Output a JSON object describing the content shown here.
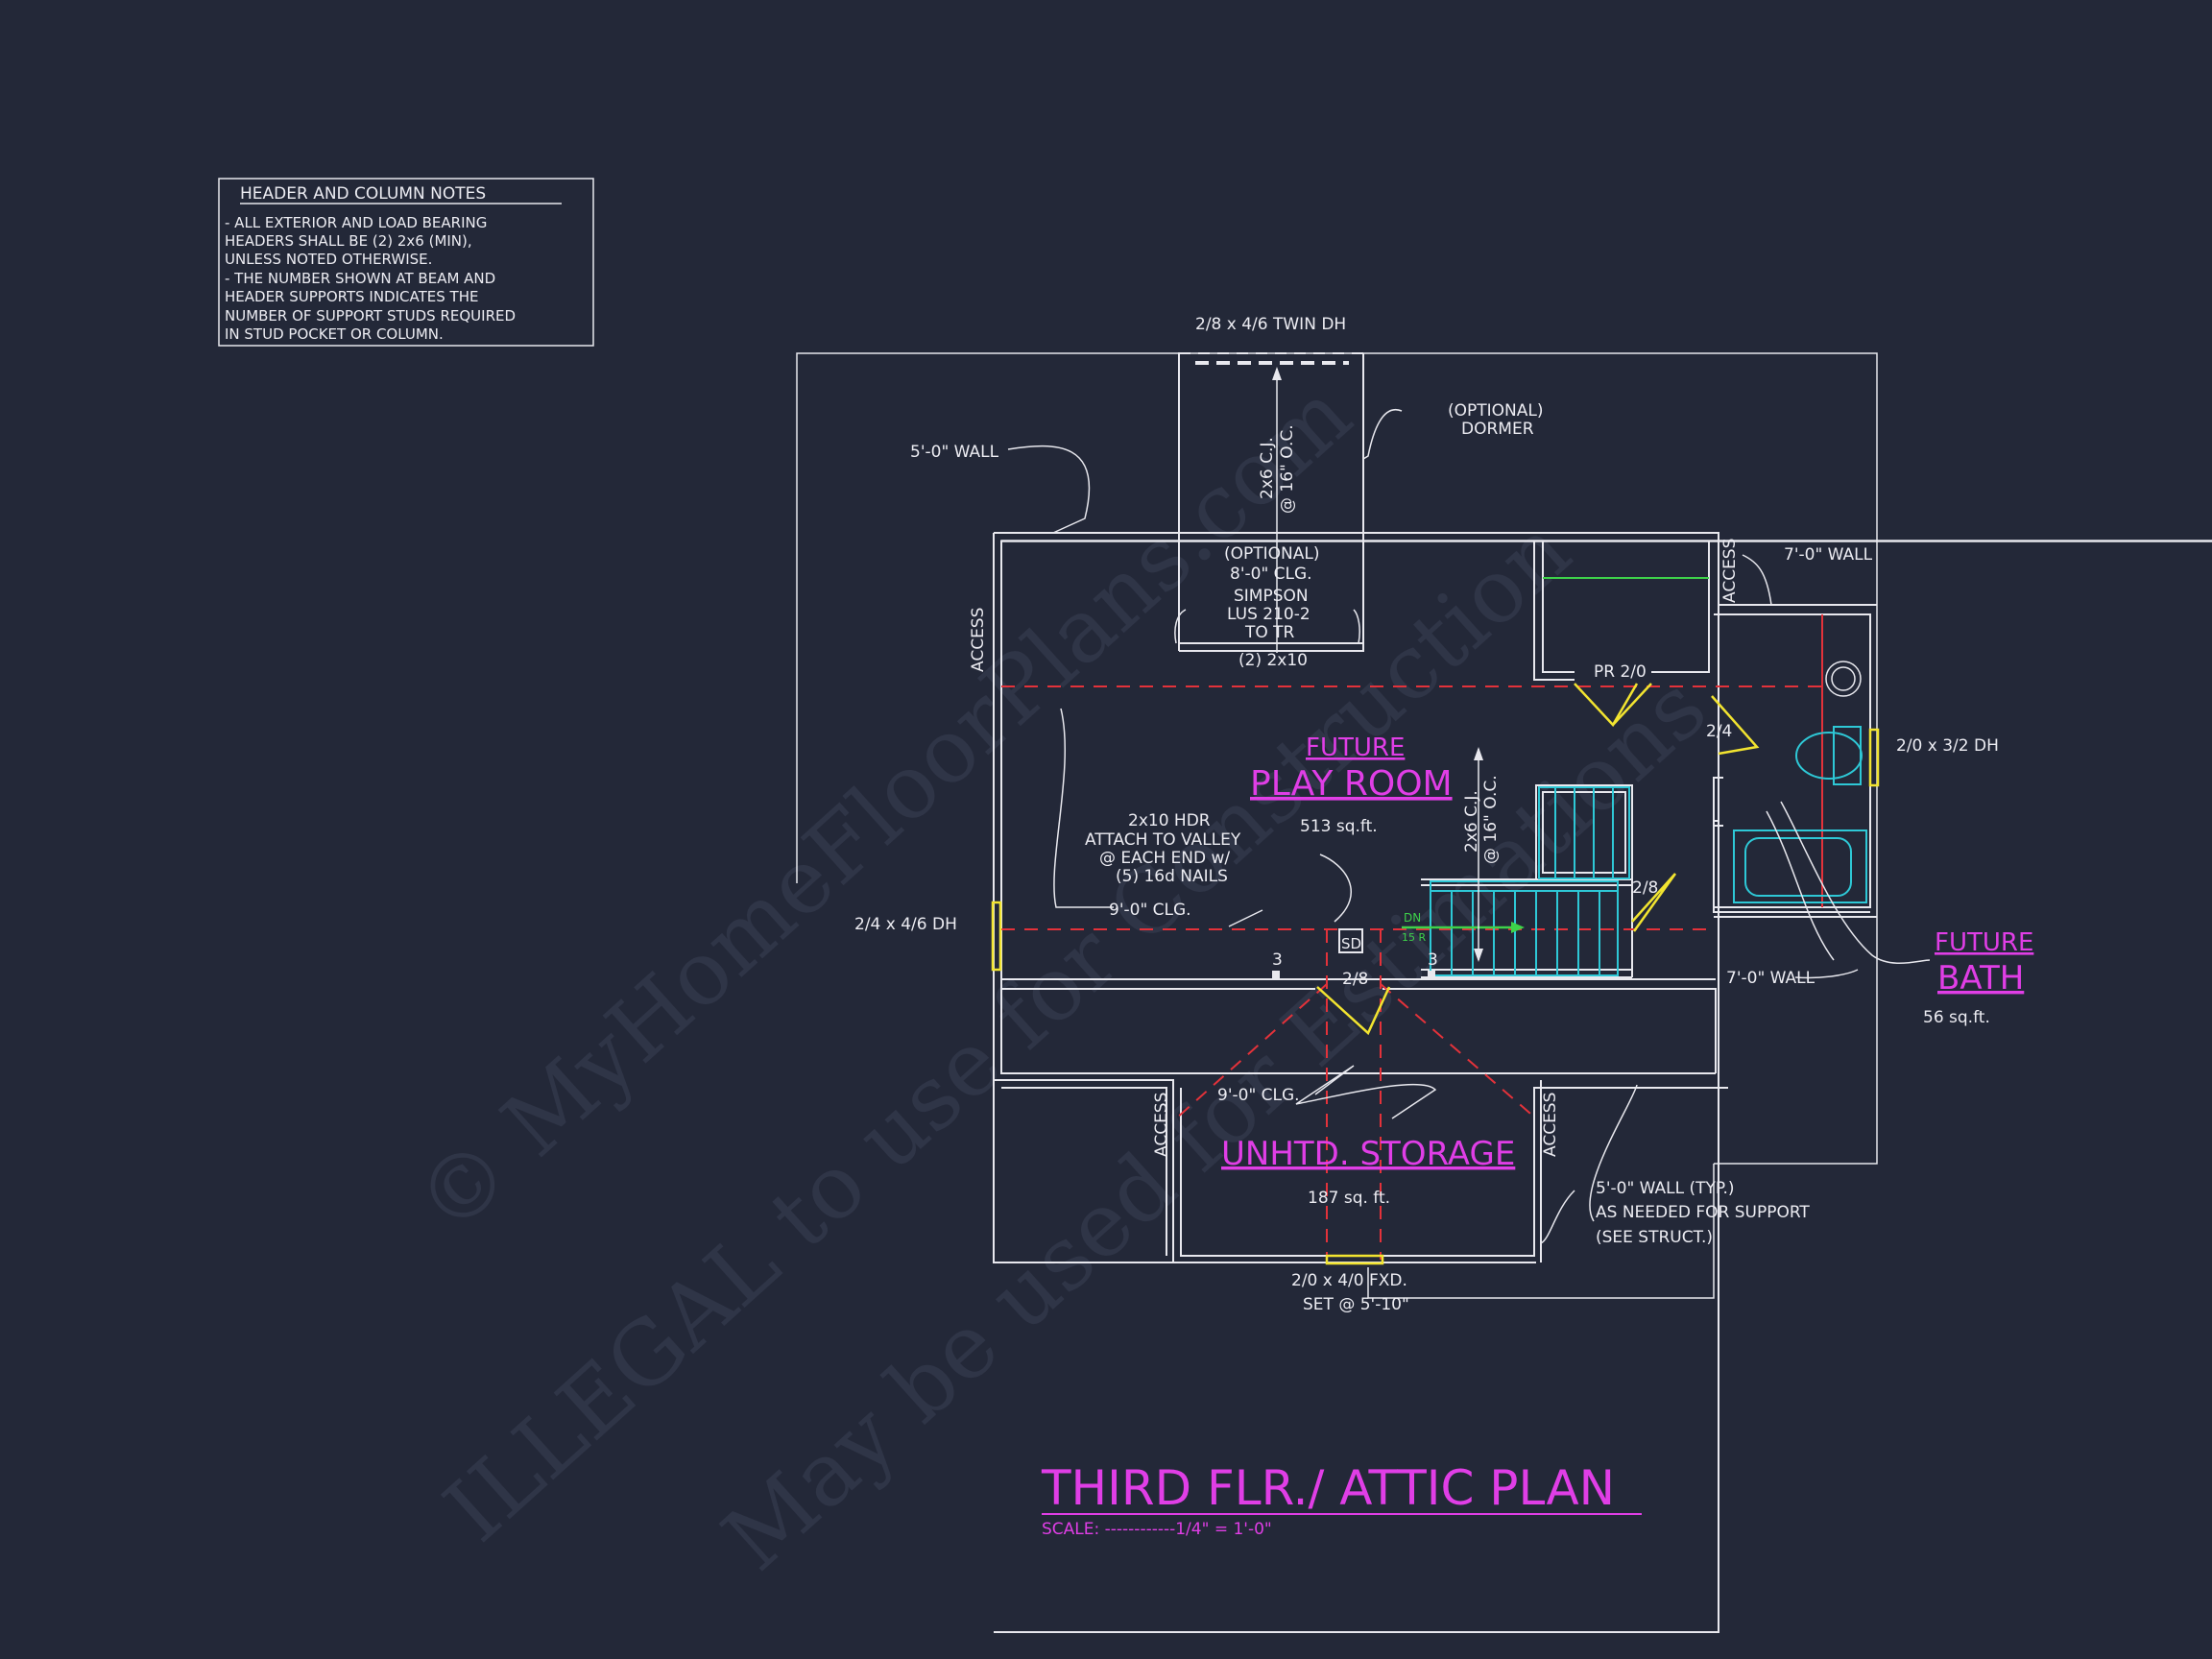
{
  "notes": {
    "title": "HEADER AND COLUMN NOTES",
    "lines": [
      "- ALL EXTERIOR AND LOAD BEARING",
      "HEADERS SHALL BE (2) 2x6 (MIN),",
      "UNLESS NOTED OTHERWISE.",
      "- THE NUMBER SHOWN AT BEAM AND",
      "HEADER SUPPORTS INDICATES THE",
      "NUMBER OF SUPPORT STUDS REQUIRED",
      "IN STUD POCKET OR COLUMN."
    ]
  },
  "labels": {
    "twin_dh": "2/8 x 4/6 TWIN DH",
    "optional_dormer_1": "(OPTIONAL)",
    "optional_dormer_2": "DORMER",
    "cj_top_1": "2x6 C.J.",
    "cj_top_2": "@ 16\" O.C.",
    "wall_5ft": "5'-0\" WALL",
    "opt_clg_1": "(OPTIONAL)",
    "opt_clg_2": "8'-0\" CLG.",
    "simpson_1": "SIMPSON",
    "simpson_2": "LUS 210-2",
    "simpson_3": "TO TR",
    "header_2x10": "(2) 2x10",
    "access_left": "ACCESS",
    "access_right_top": "ACCESS",
    "access_storage_left": "ACCESS",
    "access_storage_right": "ACCESS",
    "wall_7ft_top": "7'-0\" WALL",
    "pr_door": "PR 2/0",
    "door_24": "2/4",
    "dh_20_32": "2/0 x 3/2 DH",
    "cj_mid_1": "2x6 C.J.",
    "cj_mid_2": "@ 16\" O.C.",
    "hdr_1": "2x10 HDR",
    "hdr_2": "ATTACH TO VALLEY",
    "hdr_3": "@ EACH END w/",
    "hdr_4": "(5) 16d NAILS",
    "clg_9ft_top": "9'-0\" CLG.",
    "dh_24_46": "2/4 x 4/6 DH",
    "sd": "SD",
    "dn": "DN",
    "risers": "15 R",
    "door_28_stair": "2/8",
    "door_28_hall": "2/8",
    "stud_3_left": "3",
    "stud_3_right": "3",
    "wall_7ft_bottom": "7'-0\" WALL",
    "clg_9ft_bottom": "9'-0\" CLG.",
    "wall_5ft_typ_1": "5'-0\" WALL (TYP.)",
    "wall_5ft_typ_2": "AS NEEDED FOR SUPPORT",
    "wall_5ft_typ_3": "(SEE STRUCT.)",
    "fxd_1": "2/0 x 4/0 FXD.",
    "fxd_2": "SET @ 5'-10\""
  },
  "rooms": {
    "play_future": "FUTURE",
    "play_name": "PLAY ROOM",
    "play_area": "513 sq.ft.",
    "bath_future": "FUTURE",
    "bath_name": "BATH",
    "bath_area": "56 sq.ft.",
    "storage_name": "UNHTD. STORAGE",
    "storage_area": "187 sq. ft."
  },
  "title_block": {
    "title": "THIRD FLR./ ATTIC PLAN",
    "scale": "SCALE: ------------1/4\" = 1'-0\""
  },
  "watermark": {
    "line1": "© MyHomeFloorPlans.com",
    "line2": "ILLEGAL to use for Construction",
    "line3": "May be used for Estimations"
  },
  "colors": {
    "background": "#232838",
    "linework": "#e8e8ee",
    "accent_magenta": "#e03ee6",
    "dashed_red": "#e3323a",
    "door_yellow": "#f2e430",
    "fixture_cyan": "#2ec8d6"
  }
}
